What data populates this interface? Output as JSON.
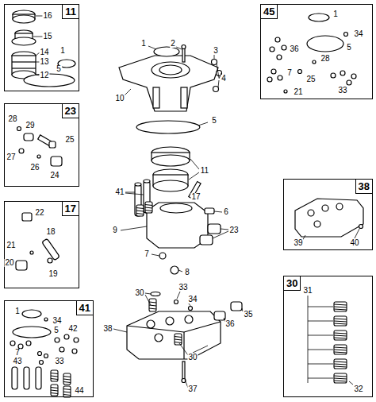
{
  "diagram": {
    "nodes": [
      {
        "text": [
          "11"
        ]
      },
      {
        "text": [
          "45"
        ]
      },
      {
        "text": [
          "23"
        ]
      },
      {
        "text": [
          "38"
        ]
      },
      {
        "text": [
          "17"
        ]
      },
      {
        "text": [
          "30"
        ]
      },
      {
        "text": [
          "41"
        ]
      }
    ],
    "labels": [
      "16",
      "15",
      "14",
      "13",
      "12",
      "1",
      "5",
      "1",
      "2",
      "3",
      "4",
      "10",
      "5",
      "1",
      "34",
      "36",
      "5",
      "28",
      "7",
      "25",
      "21",
      "33",
      "28",
      "29",
      "27",
      "26",
      "25",
      "24",
      "11",
      "41",
      "17",
      "6",
      "9",
      "23",
      "7",
      "8",
      "39",
      "40",
      "22",
      "18",
      "21",
      "20",
      "19",
      "1",
      "34",
      "5",
      "7",
      "42",
      "33",
      "43",
      "44",
      "30",
      "33",
      "34",
      "35",
      "36",
      "30",
      "38",
      "37",
      "31",
      "32"
    ]
  }
}
